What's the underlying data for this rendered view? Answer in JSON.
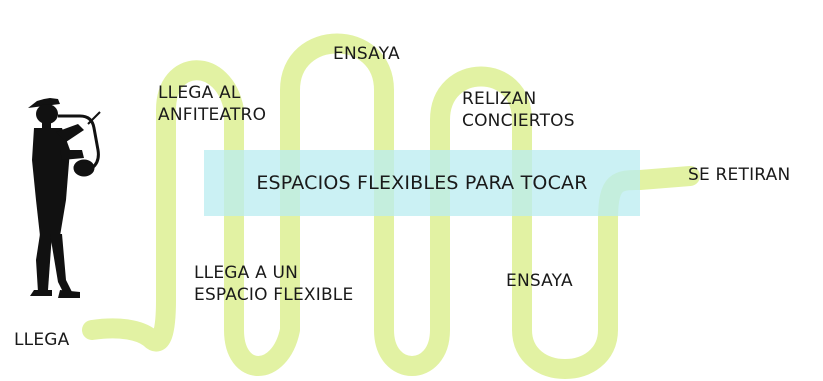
{
  "diagram": {
    "band_label": "ESPACIOS FLEXIBLES PARA TOCAR",
    "steps": {
      "arrives": "LLEGA",
      "amphitheater": "LLEGA AL\nANFITEATRO",
      "flexible_space": "LLEGA A UN\nESPACIO FLEXIBLE",
      "rehearse_top": "ENSAYA",
      "concerts": "RELIZAN\nCONCIERTOS",
      "rehearse_bottom": "ENSAYA",
      "retire": "SE RETIRAN"
    },
    "icons": {
      "musician": "saxophone-player-silhouette-icon"
    },
    "colors": {
      "path": "#e2f2a3",
      "band": "#bdeff2",
      "text": "#1a1a1a",
      "silhouette": "#111111"
    }
  }
}
